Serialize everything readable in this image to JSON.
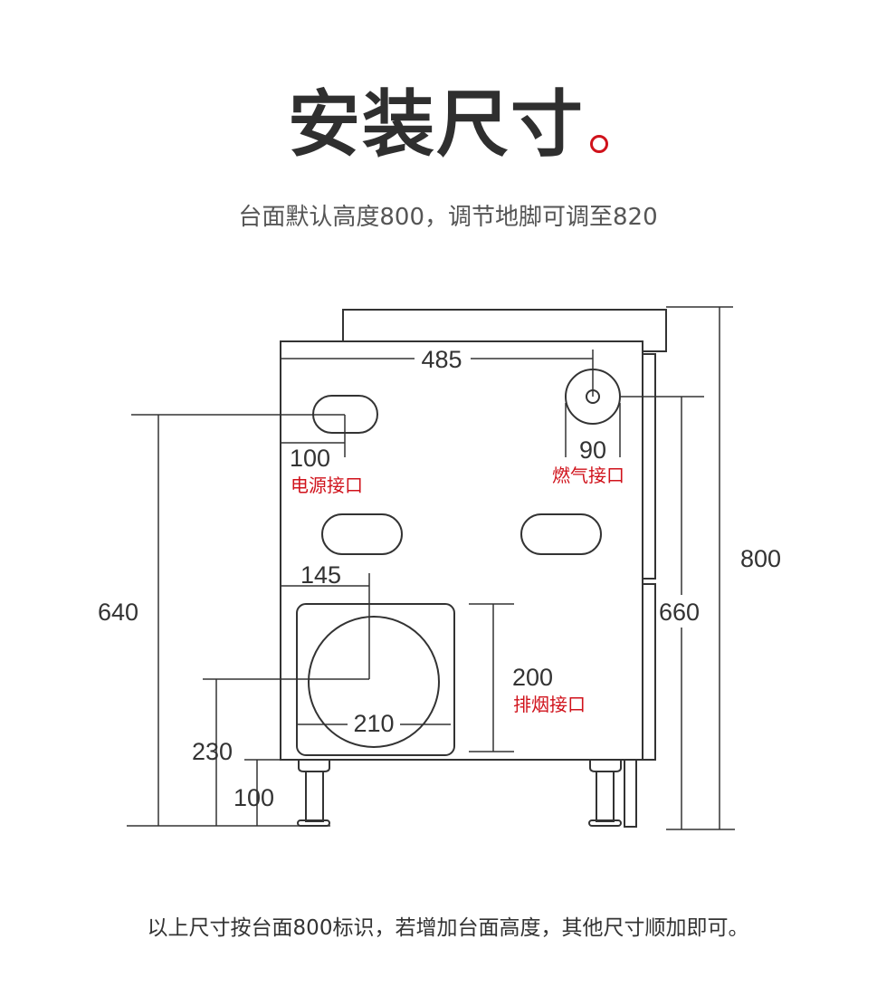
{
  "header": {
    "title": "安装尺寸",
    "subtitle": "台面默认高度800，调节地脚可调至820"
  },
  "dimensions": {
    "top_width": "485",
    "power_offset": "100",
    "gas_diameter": "90",
    "exhaust_offset": "145",
    "exhaust_width": "210",
    "exhaust_height": "200",
    "power_height": "640",
    "exhaust_base_height": "230",
    "leg_height": "100",
    "gas_height": "660",
    "total_height": "800"
  },
  "labels": {
    "power": "电源接口",
    "gas": "燃气接口",
    "exhaust": "排烟接口"
  },
  "footer": {
    "note": "以上尺寸按台面800标识，若增加台面高度，其他尺寸顺加即可。"
  },
  "colors": {
    "accent": "#d0121b",
    "line": "#333333"
  }
}
